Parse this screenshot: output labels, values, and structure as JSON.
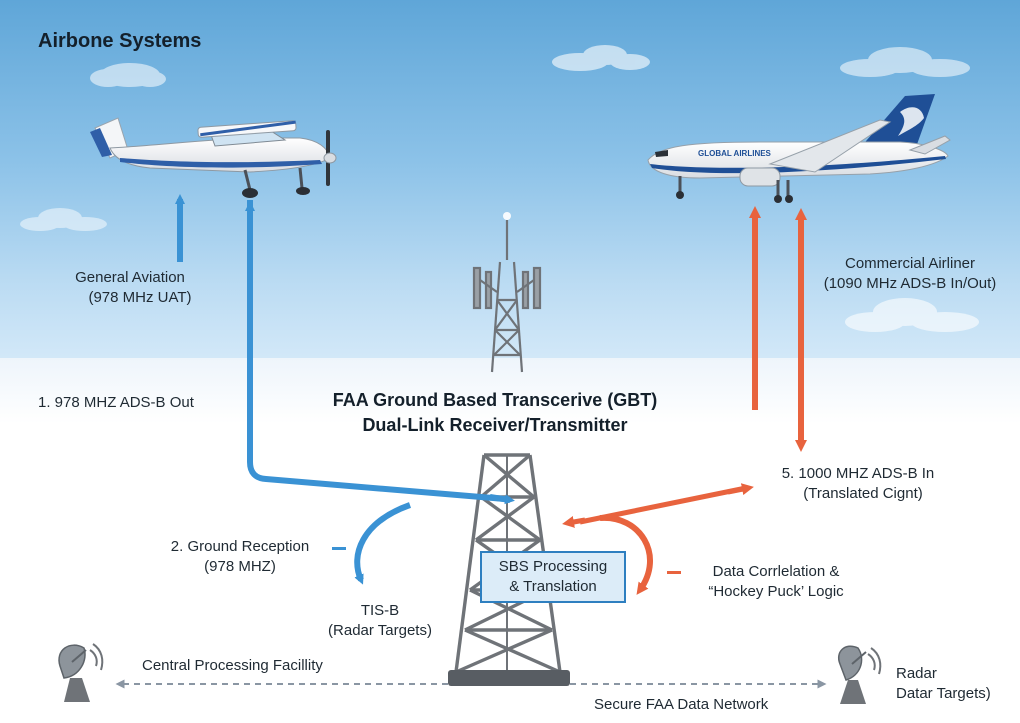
{
  "title": "Airbone Systems",
  "general_aviation": {
    "line1": "General Aviation",
    "line2": "(978 MHz UAT)"
  },
  "commercial": {
    "line1": "Commercial Airliner",
    "line2": "(1090 MHz ADS-B In/Out)"
  },
  "airline_name": "GLOBAL AIRLINES",
  "step1": "1. 978 MHZ ADS-B Out",
  "gbt": {
    "line1": "FAA Ground Based Transcerive (GBT)",
    "line2": "Dual-Link Receiver/Transmitter"
  },
  "step2": {
    "line1": "2. Ground Reception",
    "line2": "(978 MHZ)"
  },
  "tisb": {
    "line1": "TIS-B",
    "line2": "(Radar Targets)"
  },
  "sbs": {
    "line1": "SBS Processing",
    "line2": "& Translation"
  },
  "step5": {
    "line1": "5. 1000 MHZ ADS-B In",
    "line2": "(Translated Cignt)"
  },
  "correlation": {
    "line1": "Data Corrlelation &",
    "line2": "“Hockey Puck’ Logic"
  },
  "central": "Central Processing Facillity",
  "network": "Secure FAA Data Network",
  "radar": {
    "line1": "Radar",
    "line2": "Datar Targets)"
  },
  "colors": {
    "blue_link": "#3a92d4",
    "orange_link": "#e8633e",
    "tower": "#6f7378",
    "sky_top": "#5fa6d8"
  },
  "icons": [
    "cloud-icon",
    "cessna-icon",
    "airliner-icon",
    "cell-tower-icon",
    "lattice-tower-icon",
    "satellite-dish-icon",
    "radar-dish-icon"
  ]
}
